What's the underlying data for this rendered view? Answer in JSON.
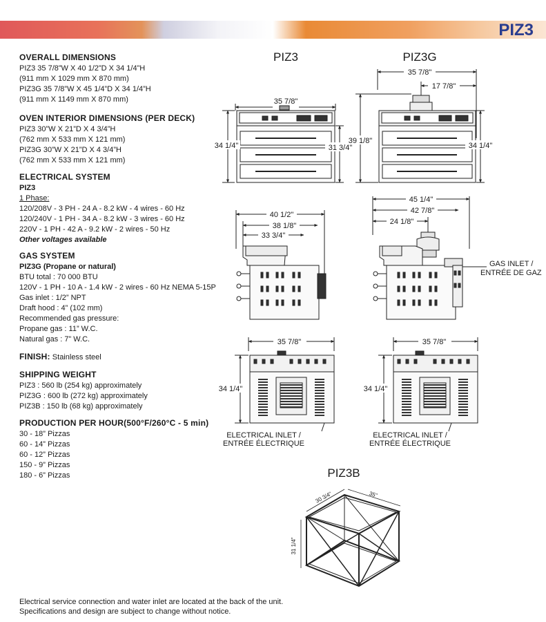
{
  "header": {
    "model": "PIZ3"
  },
  "specs": {
    "overall": {
      "heading": "OVERALL DIMENSIONS",
      "lines": [
        "PIZ3 35 7/8”W X 40 1/2”D X 34 1/4”H",
        "(911 mm X 1029 mm X 870 mm)",
        "PIZ3G 35 7/8”W X 45 1/4”D X 34 1/4”H",
        "(911 mm X 1149 mm X 870 mm)"
      ]
    },
    "interior": {
      "heading": "OVEN INTERIOR DIMENSIONS (PER DECK)",
      "lines": [
        "PIZ3 30”W X 21”D X 4 3/4”H",
        "(762 mm X 533 mm X 121 mm)",
        "PIZ3G 30”W X 21”D X 4 3/4”H",
        "(762 mm X 533 mm X 121 mm)"
      ]
    },
    "electrical": {
      "heading": "ELECTRICAL SYSTEM",
      "model": "PIZ3",
      "phase": "1 Phase:",
      "lines": [
        "120/208V - 3 PH - 24 A - 8.2 kW - 4 wires - 60 Hz",
        "120/240V - 1 PH - 34 A - 8.2 kW - 3 wires - 60 Hz",
        "220V - 1 PH - 42 A - 9.2 kW - 2 wires - 50 Hz"
      ],
      "note": "Other voltages available"
    },
    "gas": {
      "heading": "GAS SYSTEM",
      "model": "PIZ3G (Propane or natural)",
      "lines": [
        "BTU total : 70 000 BTU",
        "120V - 1 PH - 10 A - 1.4 kW - 2 wires - 60 Hz NEMA 5-15P",
        "Gas inlet : 1/2” NPT",
        "Draft hood : 4” (102 mm)",
        "Recommended gas pressure:",
        "Propane gas : 11” W.C.",
        "Natural gas : 7” W.C."
      ]
    },
    "finish": {
      "heading": "FINISH:",
      "value": "Stainless steel"
    },
    "shipping": {
      "heading": "SHIPPING WEIGHT",
      "lines": [
        "PIZ3 : 560 lb (254 kg) approximately",
        "PIZ3G : 600 lb (272 kg) approximately",
        "PIZ3B : 150 lb (68 kg) approximately"
      ]
    },
    "production": {
      "heading": "PRODUCTION PER HOUR(500°F/260°C - 5 min)",
      "lines": [
        "30 - 18” Pizzas",
        "60 - 14” Pizzas",
        "60 - 12” Pizzas",
        "150 - 9” Pizzas",
        "180 - 6” Pizzas"
      ]
    }
  },
  "footer": {
    "lines": [
      "Electrical service connection and water inlet are located at the back of the unit.",
      "Specifications and design are subject to change without notice."
    ]
  },
  "drawings": {
    "piz3_title": "PIZ3",
    "piz3g_title": "PIZ3G",
    "piz3b_title": "PIZ3B",
    "front": {
      "width": "35 7/8\"",
      "height": "34 1/4\"",
      "inner_height": "31 3/4\""
    },
    "front_g": {
      "overall_width": "35 7/8\"",
      "to_flue": "17 7/8\"",
      "width": "35 7/8\"",
      "total_height": "39 1/8\"",
      "height": "34 1/4\""
    },
    "side": {
      "depth": "40 1/2\"",
      "depth2": "38 1/8\"",
      "depth3": "33 3/4\""
    },
    "side_g": {
      "depth": "45 1/4\"",
      "depth2": "42 7/8\"",
      "depth3": "24 1/8\"",
      "gas_inlet": [
        "GAS INLET /",
        "ENTRÉE DE GAZ"
      ]
    },
    "back": {
      "width": "35 7/8\"",
      "height": "34 1/4\"",
      "electrical_inlet": [
        "ELECTRICAL INLET /",
        "ENTRÉE ÉLECTRIQUE"
      ]
    },
    "back_g": {
      "width": "35 7/8\"",
      "height": "34 1/4\"",
      "electrical_inlet": [
        "ELECTRICAL INLET /",
        "ENTRÉE ÉLECTRIQUE"
      ]
    },
    "stand": {
      "dim1": "30 3/4\"",
      "dim2": "35\"",
      "dim3": "31 1/4\""
    }
  }
}
